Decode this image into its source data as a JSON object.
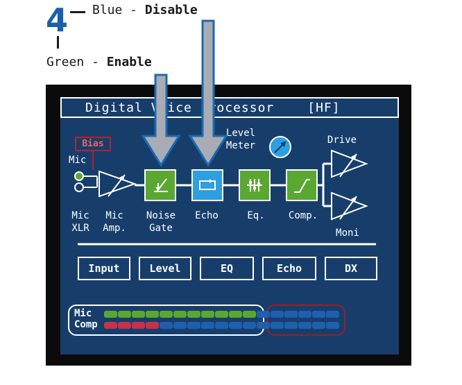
{
  "annotation": {
    "step": "4",
    "blue_label": "Blue - ",
    "blue_state": "Disable",
    "green_label": "Green - ",
    "green_state": "Enable"
  },
  "processor": {
    "title": "Digital Voice Processor",
    "model_tag": "[HF]",
    "bias_label": "Bias",
    "mic_label": "Mic",
    "mic_xlr_label_1": "Mic",
    "mic_xlr_label_2": "XLR",
    "mic_amp_label_1": "Mic",
    "mic_amp_label_2": "Amp.",
    "noise_gate_label_1": "Noise",
    "noise_gate_label_2": "Gate",
    "echo_label": "Echo",
    "eq_label": "Eq.",
    "comp_label": "Comp.",
    "level_meter_label_1": "Level",
    "level_meter_label_2": "Meter",
    "drive_label": "Drive",
    "moni_label": "Moni"
  },
  "blocks": {
    "noise_gate": {
      "state": "enabled",
      "color": "#5aa832"
    },
    "echo": {
      "state": "disabled",
      "color": "#2e9fe0"
    },
    "eq": {
      "state": "enabled",
      "color": "#5aa832"
    },
    "comp": {
      "state": "enabled",
      "color": "#5aa832"
    }
  },
  "buttons": [
    {
      "label": "Input"
    },
    {
      "label": "Level"
    },
    {
      "label": "EQ"
    },
    {
      "label": "Echo"
    },
    {
      "label": "DX"
    }
  ],
  "meters": {
    "mic_label": "Mic",
    "comp_label": "Comp",
    "mic_leds": [
      "green",
      "green",
      "green",
      "green",
      "green",
      "green",
      "green",
      "green",
      "green",
      "green",
      "green",
      "blue",
      "blue",
      "blue",
      "blue",
      "blue",
      "blue"
    ],
    "comp_leds": [
      "red",
      "red",
      "red",
      "red",
      "blue",
      "blue",
      "blue",
      "blue",
      "blue",
      "blue",
      "blue",
      "blue",
      "blue",
      "blue",
      "blue",
      "blue",
      "blue"
    ]
  },
  "colors": {
    "panel_bg": "#173e6b",
    "led_green": "#5aa832",
    "led_blue": "#1f5fb0",
    "led_red": "#c8314a",
    "bias_red": "#b3222c",
    "arrow_outline": "#1a6bb0",
    "arrow_fill": "#a9acb4"
  }
}
